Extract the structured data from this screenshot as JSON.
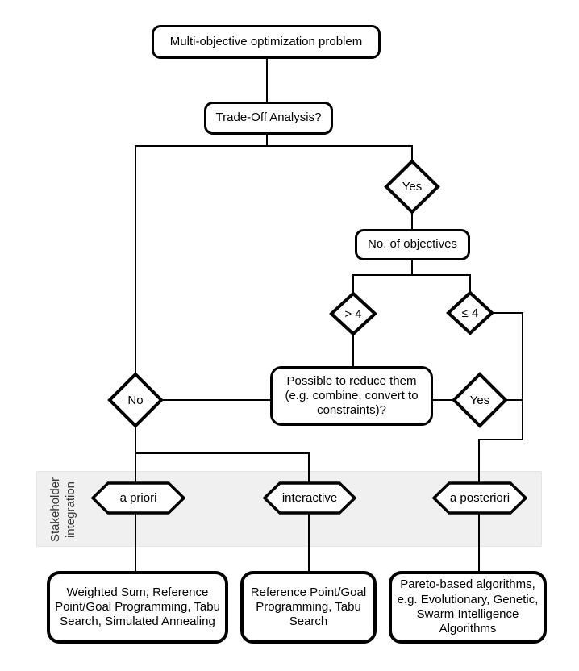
{
  "nodes": {
    "root": "Multi-objective optimization problem",
    "tradeoff": "Trade-Off Analysis?",
    "yes_tradeoff": "Yes",
    "objectives": "No. of objectives",
    "gt4": "> 4",
    "le4": "≤ 4",
    "no_tradeoff": "No",
    "reduce": "Possible to reduce them (e.g. combine, convert to constraints)?",
    "yes_reduce": "Yes",
    "apriori": "a priori",
    "interactive": "interactive",
    "aposteriori": "a posteriori",
    "methods_apriori": "Weighted Sum, Reference Point/Goal Programming, Tabu Search, Simulated Annealing",
    "methods_interactive": "Reference Point/Goal Programming, Tabu Search",
    "methods_aposteriori": "Pareto-based algorithms, e.g. Evolutionary, Genetic, Swarm Intelligence Algorithms"
  },
  "band": {
    "label": "Stakeholder\nintegration"
  },
  "colors": {
    "stroke": "#000000",
    "background": "#ffffff",
    "band_fill": "#f0f0f0",
    "band_text": "#3a3a3a",
    "node_fill": "#ffffff"
  }
}
